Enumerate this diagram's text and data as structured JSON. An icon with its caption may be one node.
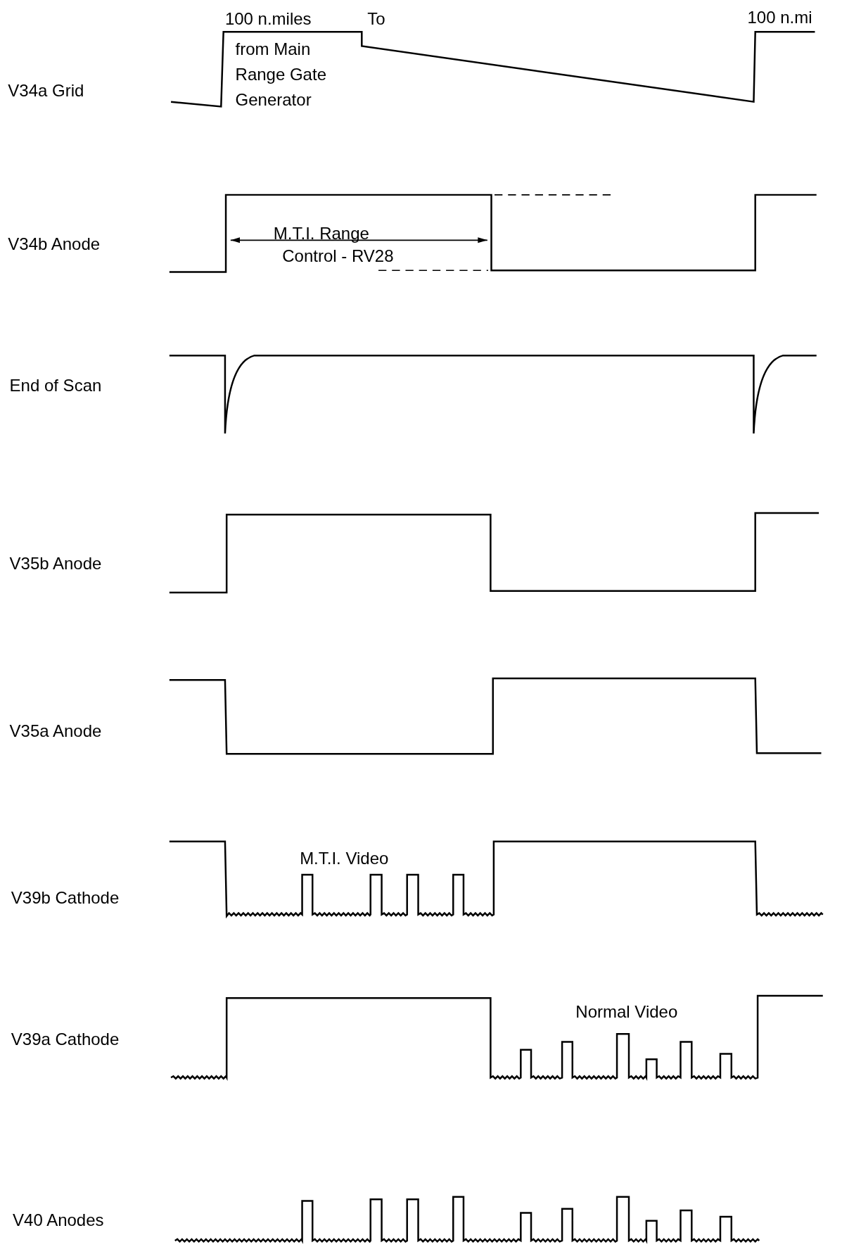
{
  "diagram": {
    "labels": [
      "100 n.miles",
      "To",
      "100 n.mi",
      "V34a Grid",
      "from Main Range Gate Generator",
      "V34b Anode",
      "M.T.I. Range",
      "Control - RV28",
      "End of Scan",
      "V35b Anode",
      "V35a Anode",
      "M.T.I. Video",
      "V39b Cathode",
      "Normal Video",
      "V39a Cathode",
      "V40 Anodes"
    ]
  }
}
